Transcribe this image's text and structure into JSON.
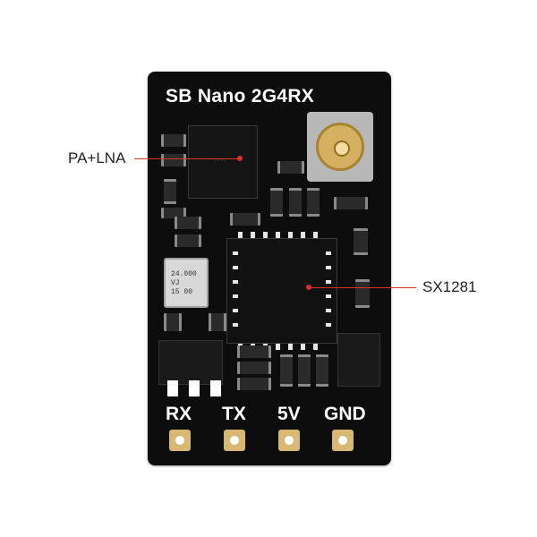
{
  "board": {
    "title": "SB Nano  2G4RX",
    "pins": [
      "RX",
      "TX",
      "5V",
      "GND"
    ],
    "crystal_marking": [
      "24.000",
      "VJ",
      "15 00"
    ],
    "pcb_color": "#0d0d0d",
    "pad_color": "#d9b873"
  },
  "callouts": {
    "pa_lna": "PA+LNA",
    "sx1281": "SX1281",
    "line_color": "#e0302a"
  }
}
